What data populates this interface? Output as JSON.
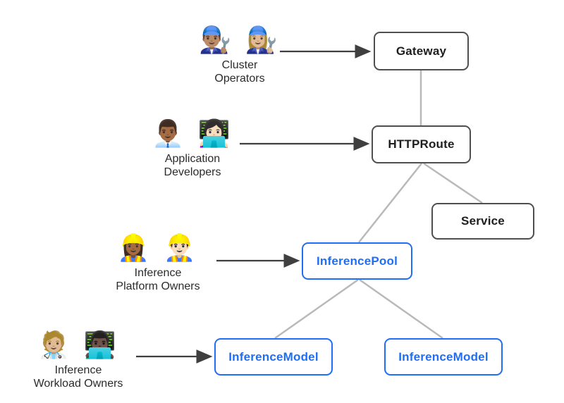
{
  "diagram": {
    "colors": {
      "dark_box_border": "#4f4f4f",
      "dark_box_text": "#1e1e1e",
      "blue_box_border": "#1f6ef5",
      "blue_box_text": "#1f6ef5",
      "connector_line": "#b9b9b9",
      "arrow_line": "#3f3f3f",
      "caption_text": "#2b2b2b",
      "background": "#ffffff"
    },
    "personas": {
      "cluster_operators": {
        "emojis": "👨🏽‍🔧 👩🏼‍🔧",
        "line1": "Cluster",
        "line2": "Operators"
      },
      "application_developers": {
        "emojis": "👨🏾‍💼 👩🏻‍💻",
        "line1": "Application",
        "line2": "Developers"
      },
      "inference_platform_owners": {
        "emojis": "👷🏾‍♀️ 👷🏻‍♂️",
        "line1": "Inference",
        "line2": "Platform Owners"
      },
      "inference_workload_owners": {
        "emojis": "🧑🏼‍⚕️ 👨🏿‍💻",
        "line1": "Inference",
        "line2": "Workload Owners"
      }
    },
    "nodes": {
      "gateway": {
        "label": "Gateway"
      },
      "httproute": {
        "label": "HTTPRoute"
      },
      "service": {
        "label": "Service"
      },
      "inference_pool": {
        "label": "InferencePool"
      },
      "inference_model_left": {
        "label": "InferenceModel"
      },
      "inference_model_right": {
        "label": "InferenceModel"
      }
    },
    "relations": [
      "Cluster Operators -> Gateway",
      "Application Developers -> HTTPRoute",
      "Inference Platform Owners -> InferencePool",
      "Inference Workload Owners -> InferenceModel (left)",
      "Gateway - HTTPRoute",
      "HTTPRoute - Service",
      "HTTPRoute - InferencePool",
      "InferencePool - InferenceModel (left)",
      "InferencePool - InferenceModel (right)"
    ]
  }
}
